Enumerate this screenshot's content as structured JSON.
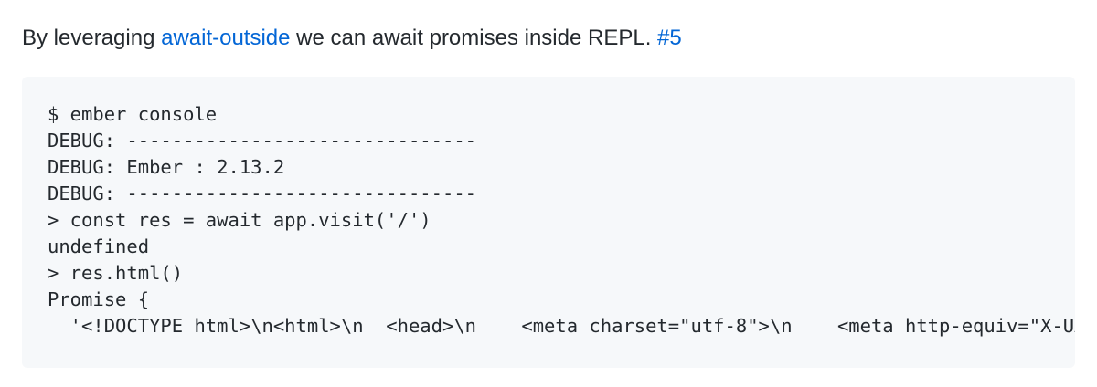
{
  "intro": {
    "prefix": "By leveraging ",
    "link_text": "await-outside",
    "middle": " we can await promises inside REPL. ",
    "issue_link": "#5",
    "link_color": "#0366d6"
  },
  "code_block": {
    "lines": [
      "$ ember console",
      "DEBUG: -------------------------------",
      "DEBUG: Ember : 2.13.2",
      "DEBUG: -------------------------------",
      "> const res = await app.visit('/')",
      "undefined",
      "> res.html()",
      "Promise {",
      "  '<!DOCTYPE html>\\n<html>\\n  <head>\\n    <meta charset=\"utf-8\">\\n    <meta http-equiv=\"X-UA-Compatible\" content=\"IE=edge\">\\n"
    ],
    "background": "#f6f8fa"
  }
}
